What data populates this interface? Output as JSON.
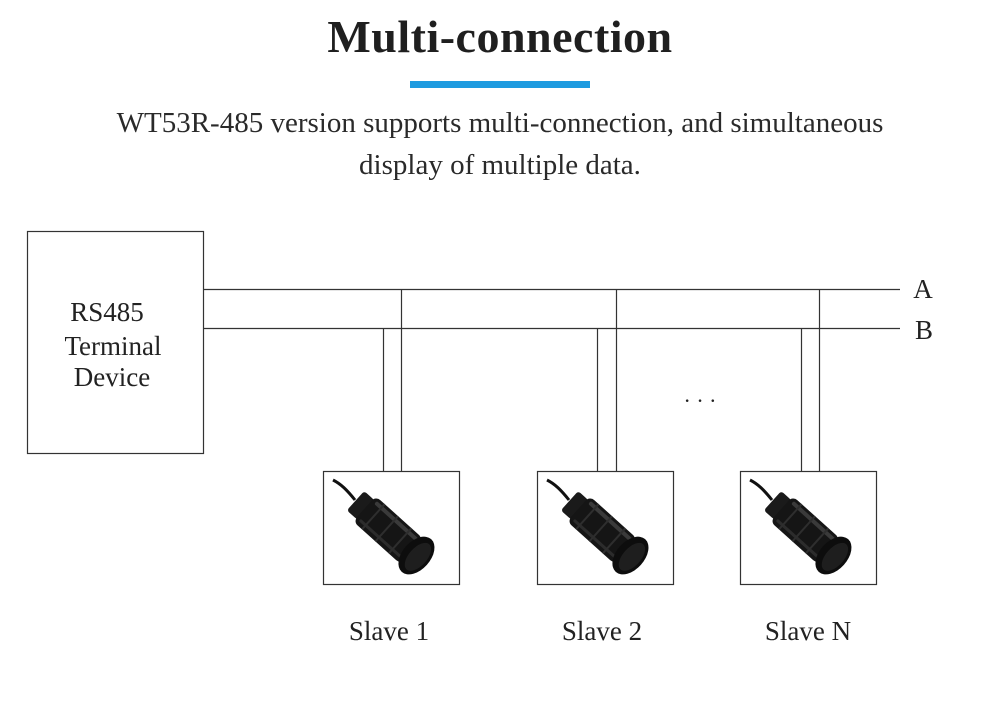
{
  "header": {
    "title": "Multi-connection",
    "accent_color": "#1e9be0",
    "description_line1": "WT53R-485 version supports multi-connection, and simultaneous",
    "description_line2": "display of multiple data."
  },
  "diagram": {
    "terminal": {
      "line1": "RS485",
      "line2": "Terminal",
      "line3": "Device"
    },
    "bus": {
      "line_a": "A",
      "line_b": "B"
    },
    "ellipsis": "· · ·",
    "slaves": [
      {
        "label": "Slave 1",
        "icon": "sensor-icon"
      },
      {
        "label": "Slave 2",
        "icon": "sensor-icon"
      },
      {
        "label": "Slave N",
        "icon": "sensor-icon"
      }
    ]
  }
}
